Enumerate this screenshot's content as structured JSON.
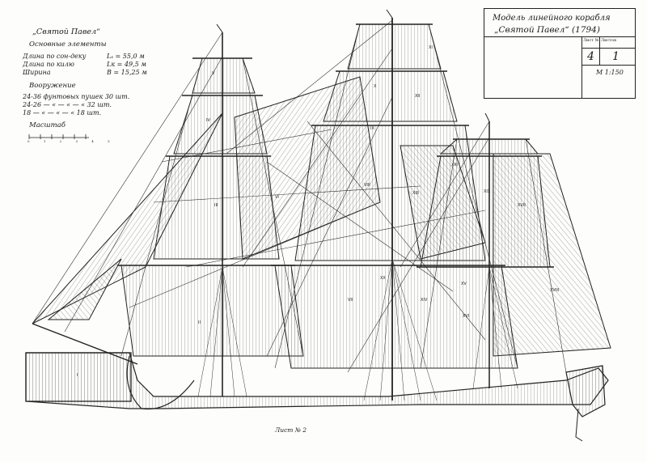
{
  "title_block": {
    "line1": "Модель линейного корабля",
    "line2": "„Святой Павел“ (1794)",
    "header_sheet": "Лист №",
    "header_sheets": "Листов",
    "sheet_no": "4",
    "sheets_total": "1",
    "scale": "М 1:150"
  },
  "left_notes": {
    "title": "„Святой Павел“",
    "subtitle": "Основные элементы",
    "dims": [
      {
        "label": "Длина по сон-деку",
        "value": "Lₛ = 55,0 м"
      },
      {
        "label": "Длина по килю",
        "value": "Lк = 49,5 м"
      },
      {
        "label": "Ширина",
        "value": "B = 15,25 м"
      }
    ],
    "armament_title": "Вооружение",
    "armament": [
      "24-36 фунтовых пушек 30 шт.",
      "24-26 — « — « — « 32 шт.",
      "18 — « — « — « 18 шт."
    ],
    "scale_label": "Масштаб",
    "scale_ticks": "0 1 2 3 4 5"
  },
  "sheet_label": "Лист № 2",
  "sail_labels": [
    "I",
    "II",
    "III",
    "IV",
    "V",
    "VI",
    "VII",
    "VIII",
    "IX",
    "X",
    "XI",
    "XII",
    "XIII",
    "XIV",
    "XV",
    "XVI",
    "XVII",
    "XVIII",
    "XIX",
    "XX",
    "XXI"
  ],
  "colors": {
    "ink": "#222222",
    "paper": "#fdfdfb"
  }
}
